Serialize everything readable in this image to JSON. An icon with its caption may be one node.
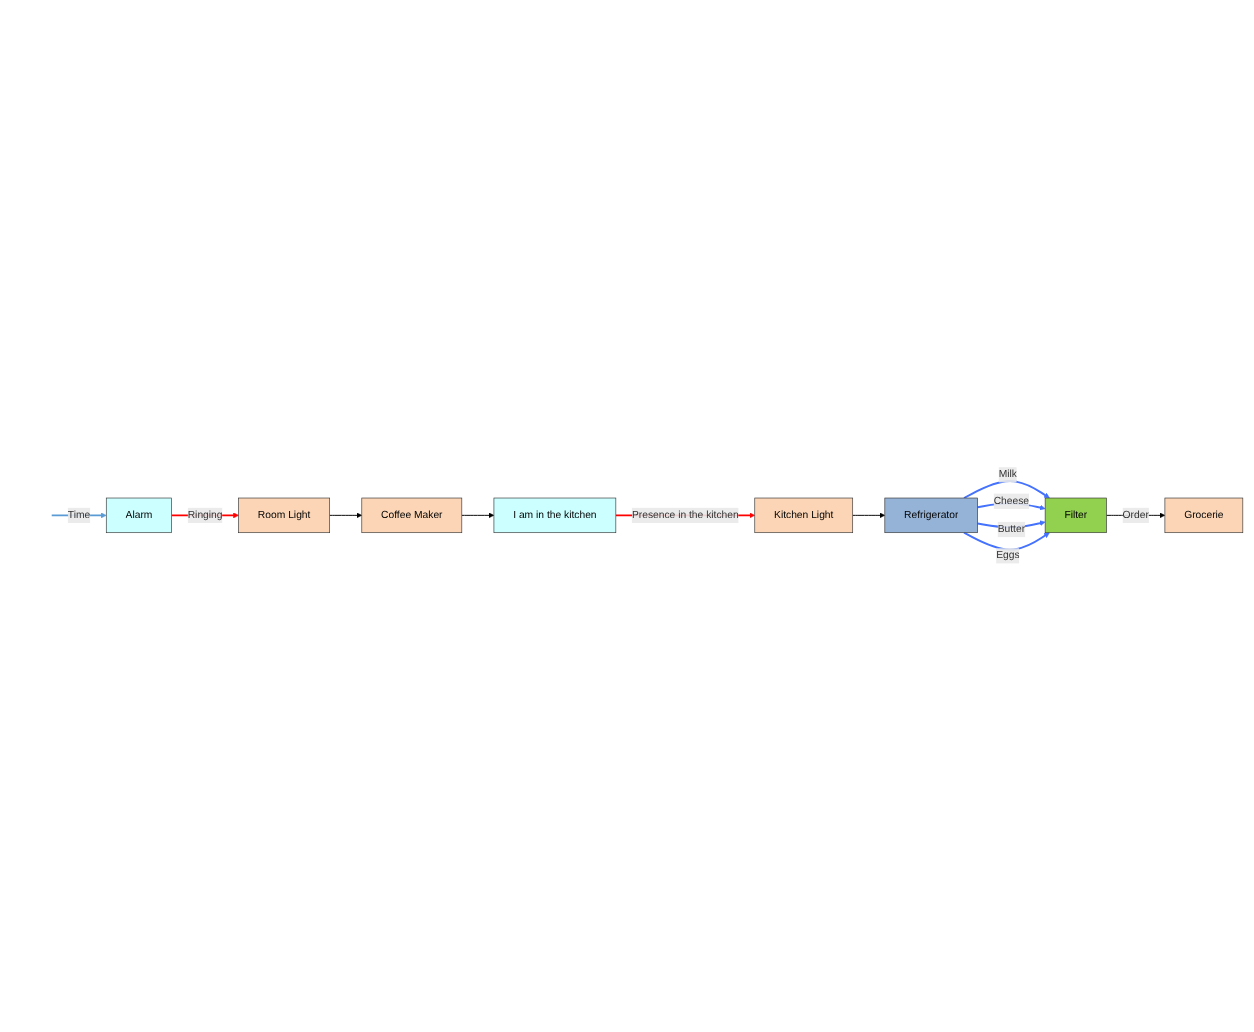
{
  "diagram": {
    "nodes": [
      {
        "text": [
          "Alarm"
        ]
      },
      {
        "text": [
          "Room Light"
        ]
      },
      {
        "text": [
          "Coffee Maker"
        ]
      },
      {
        "text": [
          "I am in the kitchen"
        ]
      },
      {
        "text": [
          "Kitchen Light"
        ]
      },
      {
        "text": [
          "Refrigerator"
        ]
      },
      {
        "text": [
          "Filter"
        ]
      },
      {
        "text": [
          "Grocerie"
        ]
      }
    ],
    "edges": [
      {
        "from": null,
        "to": 0,
        "arrow": "to",
        "label": "Time",
        "color": "#5b9bd5"
      },
      {
        "from": 0,
        "to": 1,
        "arrow": "to",
        "label": "Ringing",
        "color": "#ff0000"
      },
      {
        "from": 1,
        "to": 2,
        "arrow": "to"
      },
      {
        "from": 2,
        "to": 3,
        "arrow": "to"
      },
      {
        "from": 3,
        "to": 4,
        "arrow": "to",
        "label": "Presence in the kitchen",
        "color": "#ff0000"
      },
      {
        "from": 4,
        "to": 5,
        "arrow": "to"
      },
      {
        "from": 5,
        "to": 6,
        "arrow": "to",
        "label": "Milk",
        "color": "#4472ff"
      },
      {
        "from": 5,
        "to": 6,
        "arrow": "to",
        "label": "Cheese",
        "color": "#4472ff"
      },
      {
        "from": 5,
        "to": 6,
        "arrow": "to",
        "label": "Butter",
        "color": "#4472ff"
      },
      {
        "from": 5,
        "to": 6,
        "arrow": "to",
        "label": "Eggs",
        "color": "#4472ff"
      },
      {
        "from": 6,
        "to": 7,
        "arrow": "to",
        "label": "Order"
      }
    ]
  }
}
